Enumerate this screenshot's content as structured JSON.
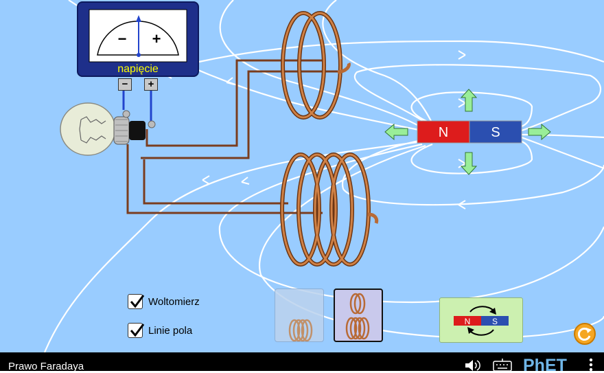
{
  "voltmeter": {
    "label": "napięcie",
    "minus_sign": "−",
    "plus_sign": "+",
    "terminal_minus": "−",
    "terminal_plus": "+"
  },
  "magnet": {
    "north_label": "N",
    "south_label": "S",
    "north_color": "#dd1c1c",
    "south_color": "#2b4fb0"
  },
  "controls": {
    "checkboxes": [
      {
        "label": "Woltomierz",
        "checked": true
      },
      {
        "label": "Linie pola",
        "checked": true
      }
    ],
    "coil_buttons": [
      {
        "name": "one-coil",
        "selected": false
      },
      {
        "name": "two-coils",
        "selected": true
      }
    ],
    "flip_button": {
      "north_label": "N",
      "south_label": "S"
    }
  },
  "navbar": {
    "title": "Prawo Faradaya",
    "logo_text": "PhET"
  },
  "colors": {
    "background": "#99CCFF",
    "field_lines": "#ffffff",
    "copper": "#b86a35",
    "wire": "#7a3d1e",
    "arrows": "#99ee99"
  },
  "icons": [
    "sound-icon",
    "keyboard-icon",
    "phet-logo",
    "menu-icon",
    "reset-icon",
    "flip-icon",
    "checkmark-icon",
    "lightbulb-icon"
  ]
}
